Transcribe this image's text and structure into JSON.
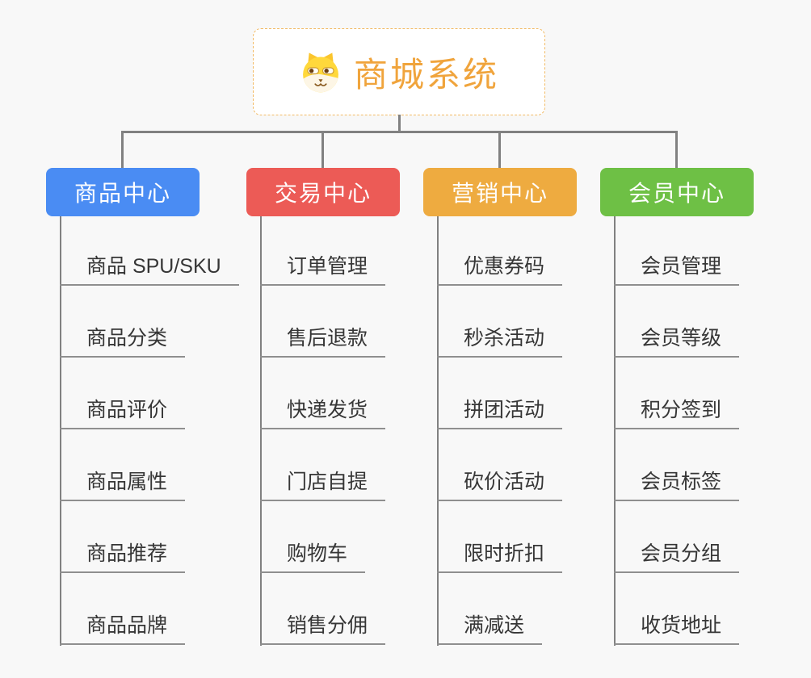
{
  "root": {
    "title": "商城系统",
    "icon": "dog-mascot-icon",
    "accent_color": "#f0a43c",
    "border_color": "#f2bb66"
  },
  "colors": {
    "background": "#f8f8f8",
    "connector": "#818181",
    "underline": "#8f8f8f",
    "child_text": "#363636"
  },
  "branches": [
    {
      "label": "商品中心",
      "color": "#4a8cf3",
      "items": [
        "商品 SPU/SKU",
        "商品分类",
        "商品评价",
        "商品属性",
        "商品推荐",
        "商品品牌"
      ]
    },
    {
      "label": "交易中心",
      "color": "#ec5b56",
      "items": [
        "订单管理",
        "售后退款",
        "快递发货",
        "门店自提",
        "购物车",
        "销售分佣"
      ]
    },
    {
      "label": "营销中心",
      "color": "#eeab40",
      "items": [
        "优惠券码",
        "秒杀活动",
        "拼团活动",
        "砍价活动",
        "限时折扣",
        "满减送"
      ]
    },
    {
      "label": "会员中心",
      "color": "#6ec045",
      "items": [
        "会员管理",
        "会员等级",
        "积分签到",
        "会员标签",
        "会员分组",
        "收货地址"
      ]
    }
  ]
}
